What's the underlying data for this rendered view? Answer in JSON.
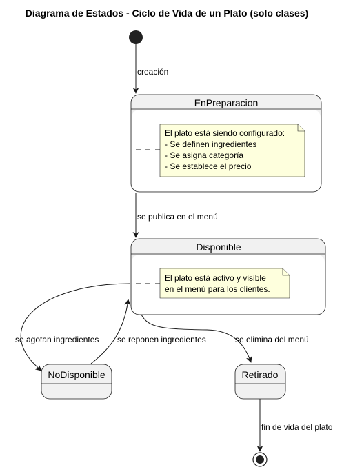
{
  "diagram": {
    "title": "Diagrama de Estados - Ciclo de Vida de un Plato (solo clases)",
    "states": {
      "en_preparacion": "EnPreparacion",
      "disponible": "Disponible",
      "no_disponible": "NoDisponible",
      "retirado": "Retirado"
    },
    "notes": {
      "en_preparacion": [
        "El plato está siendo configurado:",
        "- Se definen ingredientes",
        "- Se asigna categoría",
        "- Se establece el precio"
      ],
      "disponible": [
        "El plato está activo y visible",
        "en el menú para los clientes."
      ]
    },
    "transitions": {
      "creacion": "creación",
      "publica": "se publica en el menú",
      "agotan": "se agotan ingredientes",
      "reponen": "se reponen ingredientes",
      "elimina": "se elimina del menú",
      "fin": "fin de vida del plato"
    }
  }
}
